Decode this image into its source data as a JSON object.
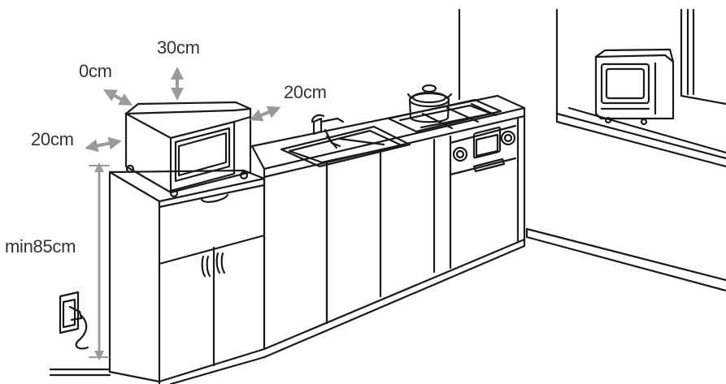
{
  "diagram": {
    "clearances": {
      "top": "30cm",
      "back": "0cm",
      "right": "20cm",
      "left": "20cm"
    },
    "min_height": "min85cm"
  },
  "colors": {
    "line": "#1a1a1a",
    "arrow": "#9a9a9a",
    "text": "#333333",
    "background": "#ffffff"
  }
}
